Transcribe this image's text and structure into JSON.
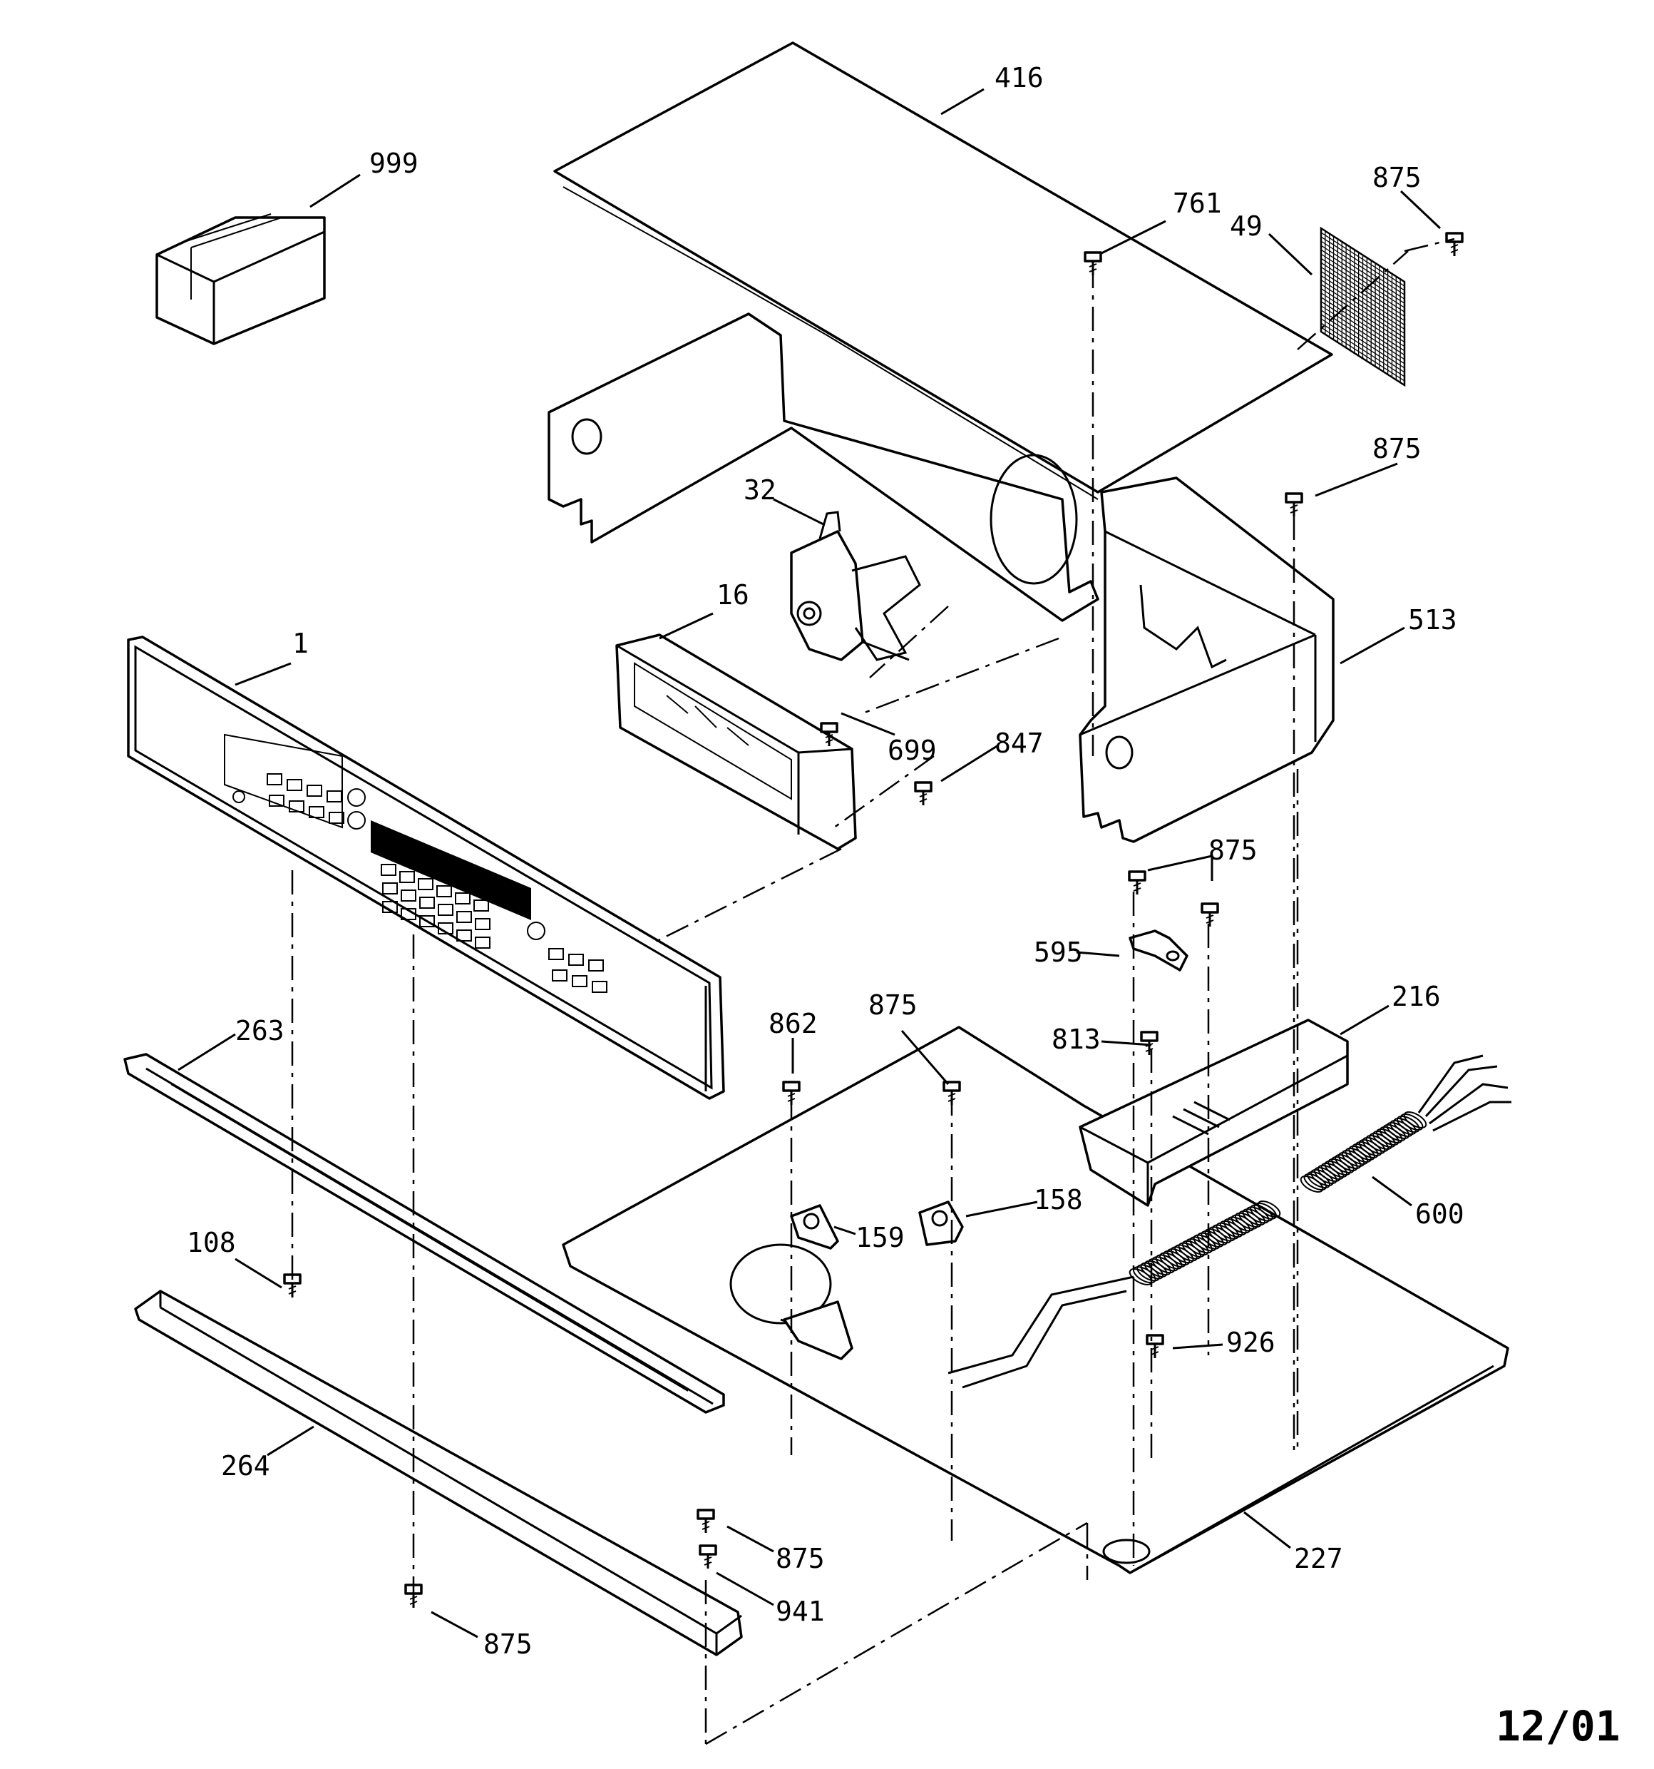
{
  "diagram": {
    "date_stamp": "12/01",
    "callouts": [
      {
        "id": "c999",
        "label": "999"
      },
      {
        "id": "c416",
        "label": "416"
      },
      {
        "id": "c761",
        "label": "761"
      },
      {
        "id": "c49",
        "label": "49"
      },
      {
        "id": "c875a",
        "label": "875"
      },
      {
        "id": "c875b",
        "label": "875"
      },
      {
        "id": "c32",
        "label": "32"
      },
      {
        "id": "c16",
        "label": "16"
      },
      {
        "id": "c1",
        "label": "1"
      },
      {
        "id": "c513",
        "label": "513"
      },
      {
        "id": "c699",
        "label": "699"
      },
      {
        "id": "c847",
        "label": "847"
      },
      {
        "id": "c875c",
        "label": "875"
      },
      {
        "id": "c595",
        "label": "595"
      },
      {
        "id": "c216",
        "label": "216"
      },
      {
        "id": "c263",
        "label": "263"
      },
      {
        "id": "c862",
        "label": "862"
      },
      {
        "id": "c875d",
        "label": "875"
      },
      {
        "id": "c813",
        "label": "813"
      },
      {
        "id": "c158",
        "label": "158"
      },
      {
        "id": "c600",
        "label": "600"
      },
      {
        "id": "c159",
        "label": "159"
      },
      {
        "id": "c108",
        "label": "108"
      },
      {
        "id": "c926",
        "label": "926"
      },
      {
        "id": "c264",
        "label": "264"
      },
      {
        "id": "c875e",
        "label": "875"
      },
      {
        "id": "c941",
        "label": "941"
      },
      {
        "id": "c227",
        "label": "227"
      },
      {
        "id": "c875f",
        "label": "875"
      }
    ]
  }
}
